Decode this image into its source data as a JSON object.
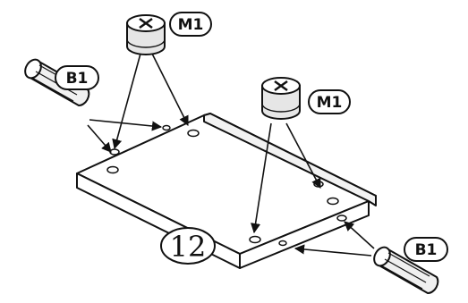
{
  "diagram": {
    "part_number": "12",
    "callouts": {
      "cam_top_left": "M1",
      "cam_top_right": "M1",
      "dowel_left": "B1",
      "dowel_right": "B1"
    },
    "colors": {
      "line": "#111111",
      "background": "#ffffff",
      "shade": "#d9d9d9"
    }
  }
}
